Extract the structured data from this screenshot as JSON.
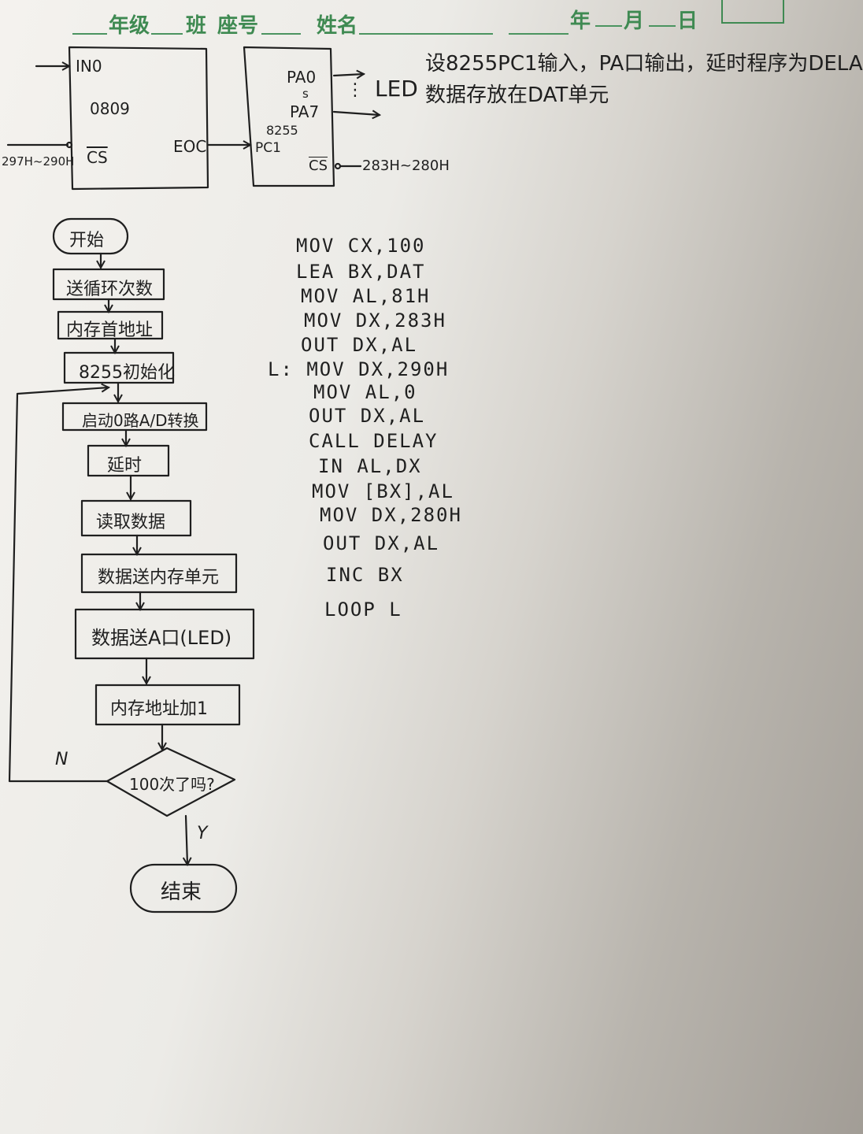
{
  "header": {
    "grade": "年级",
    "class": "班",
    "seat": "座号",
    "name": "姓名",
    "year": "年",
    "month": "月",
    "day": "日"
  },
  "diagram": {
    "adc": {
      "in0": "IN0",
      "chip": "0809",
      "cs": "CS",
      "eoc": "EOC",
      "addr": "297H~290H"
    },
    "ppi": {
      "pa0": "PA0",
      "sep": "s",
      "pa7": "PA7",
      "chip": "8255",
      "pc1": "PC1",
      "cs": "CS",
      "addr": "283H~280H",
      "led": "LED",
      "dots": "⋮"
    }
  },
  "note": {
    "line1": "设8255PC1输入，PA口输出，延时程序为DELA",
    "line2": "数据存放在DAT单元"
  },
  "flowchart": {
    "start": "开始",
    "steps": [
      "送循环次数",
      "内存首地址",
      "8255初始化",
      "启动0路A/D转换",
      "延时",
      "读取数据",
      "数据送内存单元",
      "数据送A口(LED)",
      "内存地址加1"
    ],
    "decision": "100次了吗?",
    "no": "N",
    "yes": "Y",
    "end": "结束"
  },
  "code": {
    "lines": [
      "MOV   CX,100",
      "LEA   BX,DAT",
      "MOV   AL,81H",
      "MOV   DX,283H",
      "OUT   DX,AL",
      "L: MOV  DX,290H",
      "MOV   AL,0",
      "OUT   DX,AL",
      "CALL  DELAY",
      "IN    AL,DX",
      "MOV   [BX],AL",
      "MOV   DX,280H",
      "OUT   DX,AL",
      "INC   BX",
      "LOOP  L"
    ]
  }
}
